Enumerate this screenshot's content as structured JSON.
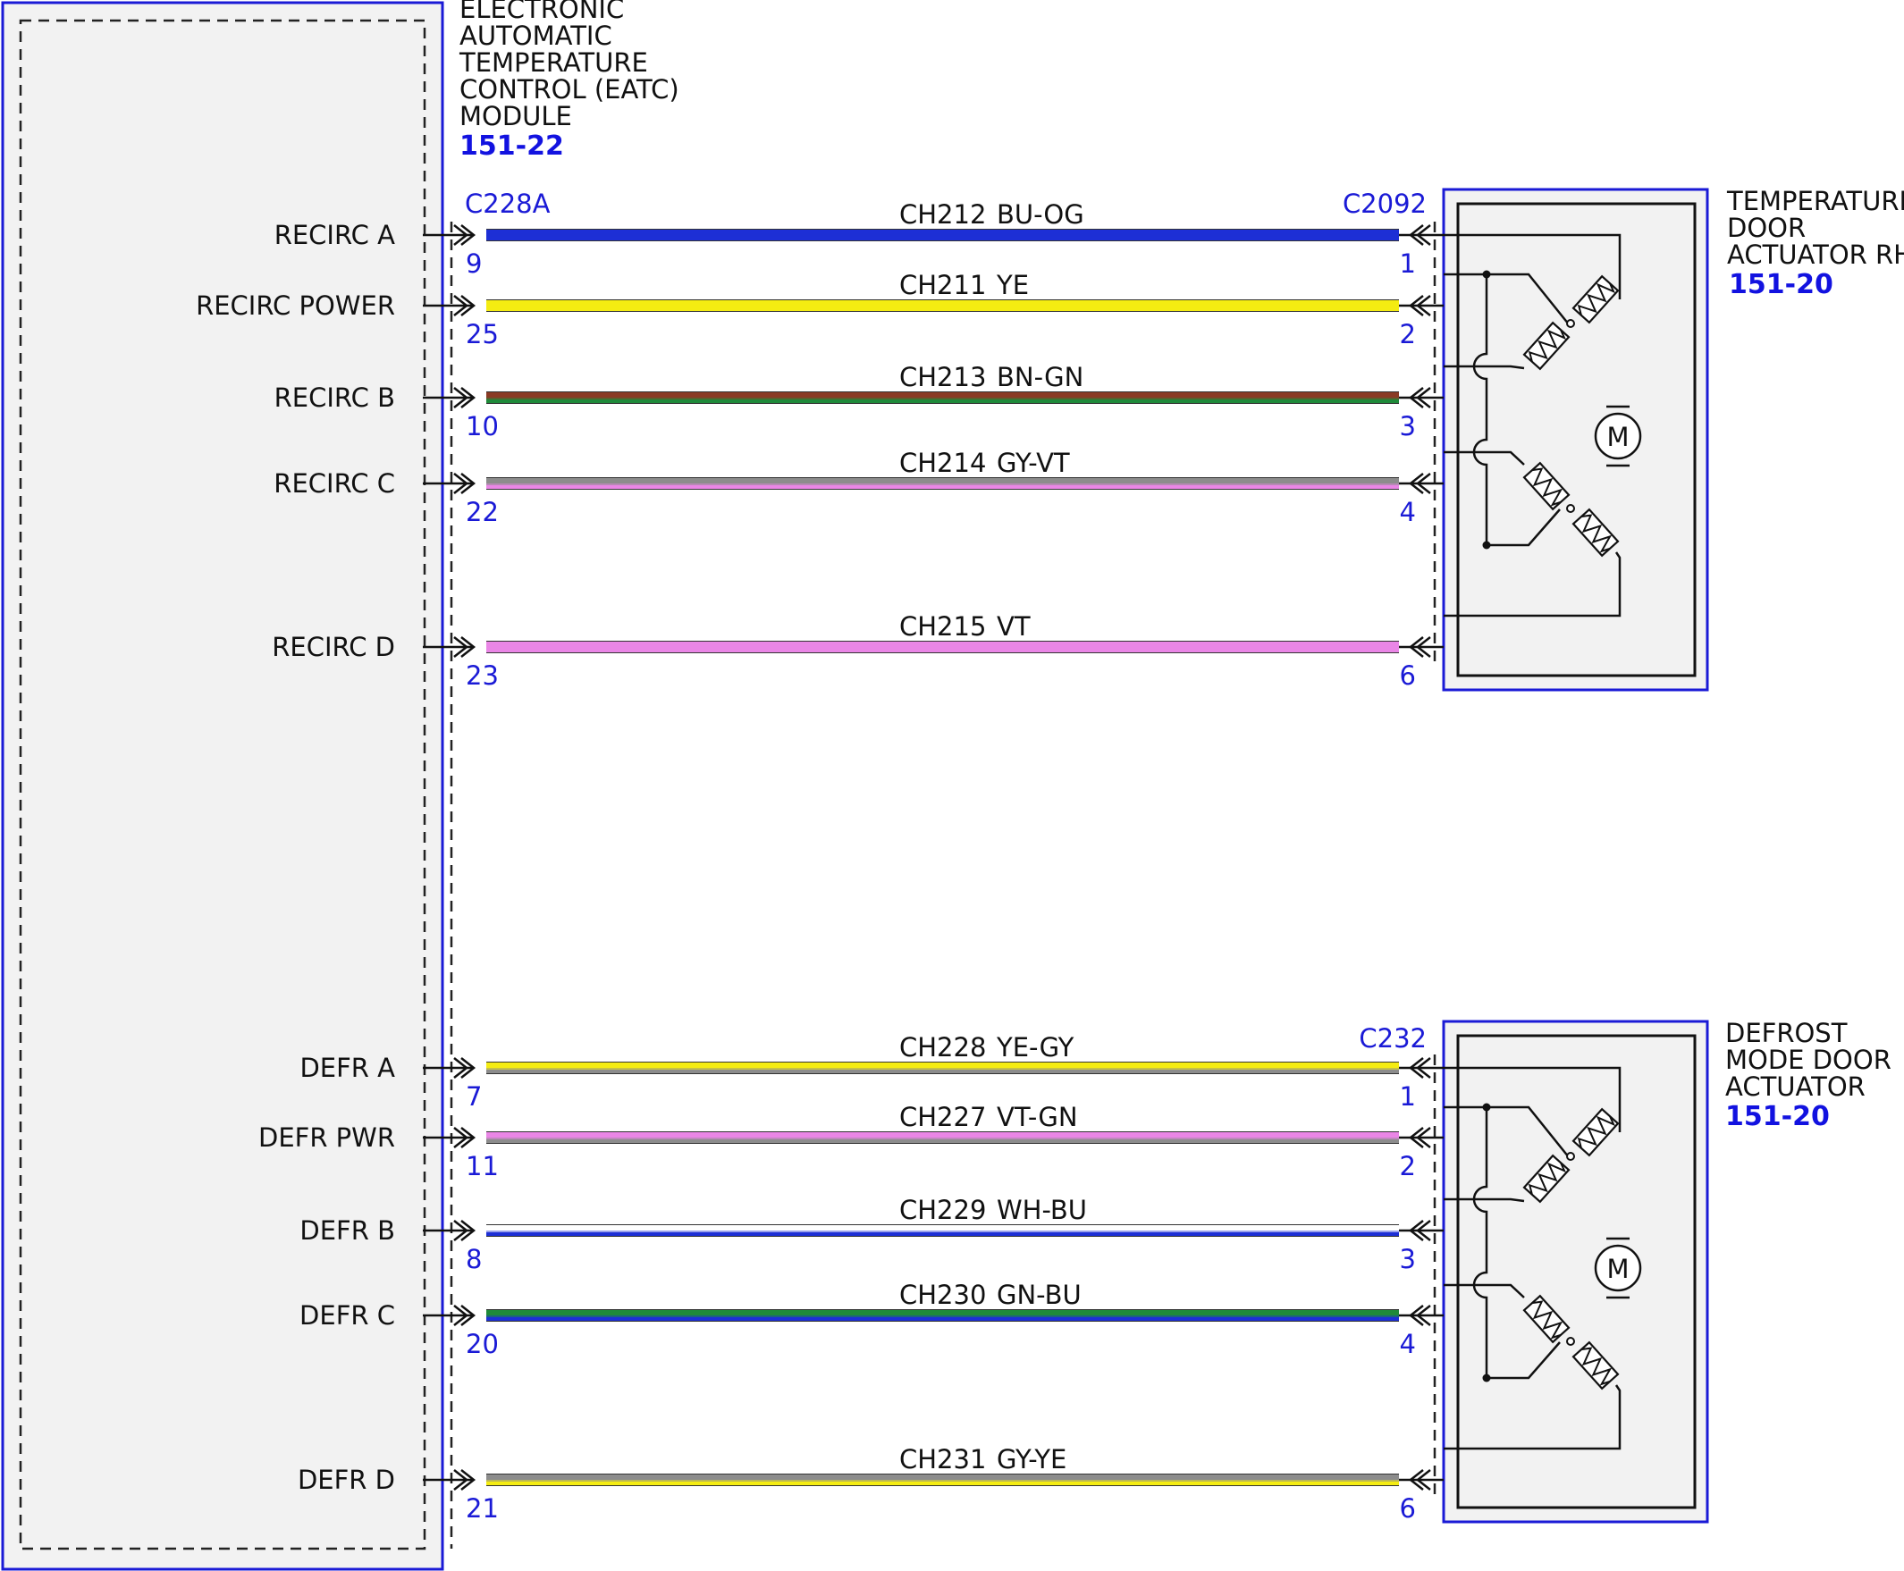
{
  "colors": {
    "BU": "#1d2fd6",
    "OG": "#c87a2a",
    "YE": "#f4ec12",
    "BN": "#8a3a24",
    "GN": "#1f8a3a",
    "GY": "#8c8c8c",
    "VT": "#ea86e6",
    "WH": "#ffffff",
    "outline": "#1a1ad6",
    "panel": "#f2f2f2"
  },
  "eatc": {
    "title_lines": [
      "ELECTRONIC",
      "AUTOMATIC",
      "TEMPERATURE",
      "CONTROL (EATC)",
      "MODULE"
    ],
    "ref": "151-22",
    "connector": "C228A"
  },
  "actuator_temp": {
    "title_lines": [
      "TEMPERATURE",
      "DOOR",
      "ACTUATOR RH"
    ],
    "ref": "151-20",
    "connector": "C2092",
    "motor_label": "M"
  },
  "actuator_defrost": {
    "title_lines": [
      "DEFROST",
      "MODE DOOR",
      "ACTUATOR"
    ],
    "ref": "151-20",
    "connector": "C232",
    "motor_label": "M"
  },
  "wires": [
    {
      "signal": "RECIRC A",
      "circuit": "CH212",
      "color_code": "BU-OG",
      "pin_left": "9",
      "pin_right": "1",
      "colors": [
        "BU",
        "BU"
      ]
    },
    {
      "signal": "RECIRC POWER",
      "circuit": "CH211",
      "color_code": "YE",
      "pin_left": "25",
      "pin_right": "2",
      "colors": [
        "YE",
        "YE"
      ]
    },
    {
      "signal": "RECIRC B",
      "circuit": "CH213",
      "color_code": "BN-GN",
      "pin_left": "10",
      "pin_right": "3",
      "colors": [
        "BN",
        "GN"
      ]
    },
    {
      "signal": "RECIRC C",
      "circuit": "CH214",
      "color_code": "GY-VT",
      "pin_left": "22",
      "pin_right": "4",
      "colors": [
        "GY",
        "VT"
      ]
    },
    {
      "signal": "RECIRC D",
      "circuit": "CH215",
      "color_code": "VT",
      "pin_left": "23",
      "pin_right": "6",
      "colors": [
        "VT",
        "VT"
      ]
    },
    {
      "signal": "DEFR A",
      "circuit": "CH228",
      "color_code": "YE-GY",
      "pin_left": "7",
      "pin_right": "1",
      "colors": [
        "YE",
        "GY"
      ]
    },
    {
      "signal": "DEFR PWR",
      "circuit": "CH227",
      "color_code": "VT-GN",
      "pin_left": "11",
      "pin_right": "2",
      "colors": [
        "VT",
        "GY"
      ]
    },
    {
      "signal": "DEFR B",
      "circuit": "CH229",
      "color_code": "WH-BU",
      "pin_left": "8",
      "pin_right": "3",
      "colors": [
        "WH",
        "BU"
      ]
    },
    {
      "signal": "DEFR C",
      "circuit": "CH230",
      "color_code": "GN-BU",
      "pin_left": "20",
      "pin_right": "4",
      "colors": [
        "GN",
        "BU"
      ]
    },
    {
      "signal": "DEFR D",
      "circuit": "CH231",
      "color_code": "GY-YE",
      "pin_left": "21",
      "pin_right": "6",
      "colors": [
        "GY",
        "YE"
      ]
    }
  ]
}
